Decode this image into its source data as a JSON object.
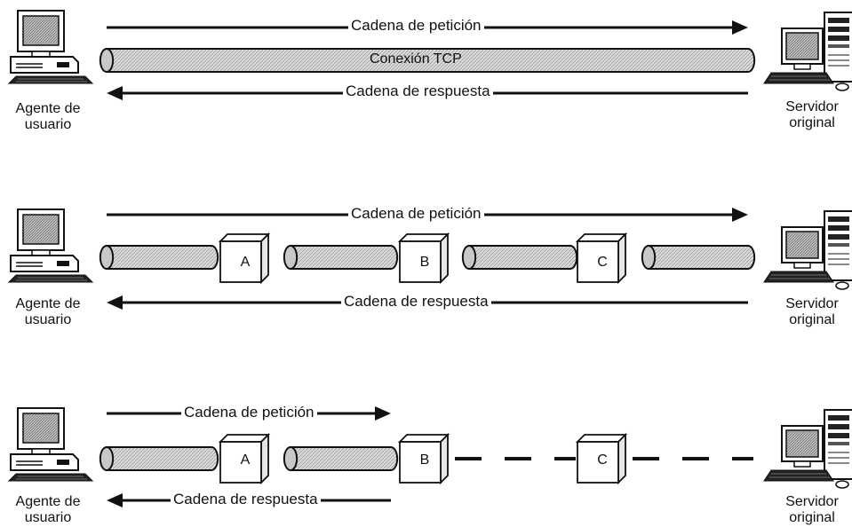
{
  "scenarios": [
    {
      "request_label": "Cadena de petición",
      "response_label": "Cadena de respuesta",
      "connection_label": "Conexión TCP",
      "client_label": [
        "Agente de",
        "usuario"
      ],
      "server_label": [
        "Servidor",
        "original"
      ],
      "intermediaries": []
    },
    {
      "request_label": "Cadena de petición",
      "response_label": "Cadena de respuesta",
      "client_label": [
        "Agente de",
        "usuario"
      ],
      "server_label": [
        "Servidor",
        "original"
      ],
      "intermediaries": [
        "A",
        "B",
        "C"
      ]
    },
    {
      "request_label": "Cadena de petición",
      "response_label": "Cadena de respuesta",
      "client_label": [
        "Agente de",
        "usuario"
      ],
      "server_label": [
        "Servidor",
        "original"
      ],
      "intermediaries": [
        "A",
        "B",
        "C"
      ]
    }
  ],
  "colors": {
    "line": "#111111",
    "tube_fill": "#d4d4d4",
    "box_fill": "#ffffff",
    "monitor_screen": "#9a9a9a"
  }
}
